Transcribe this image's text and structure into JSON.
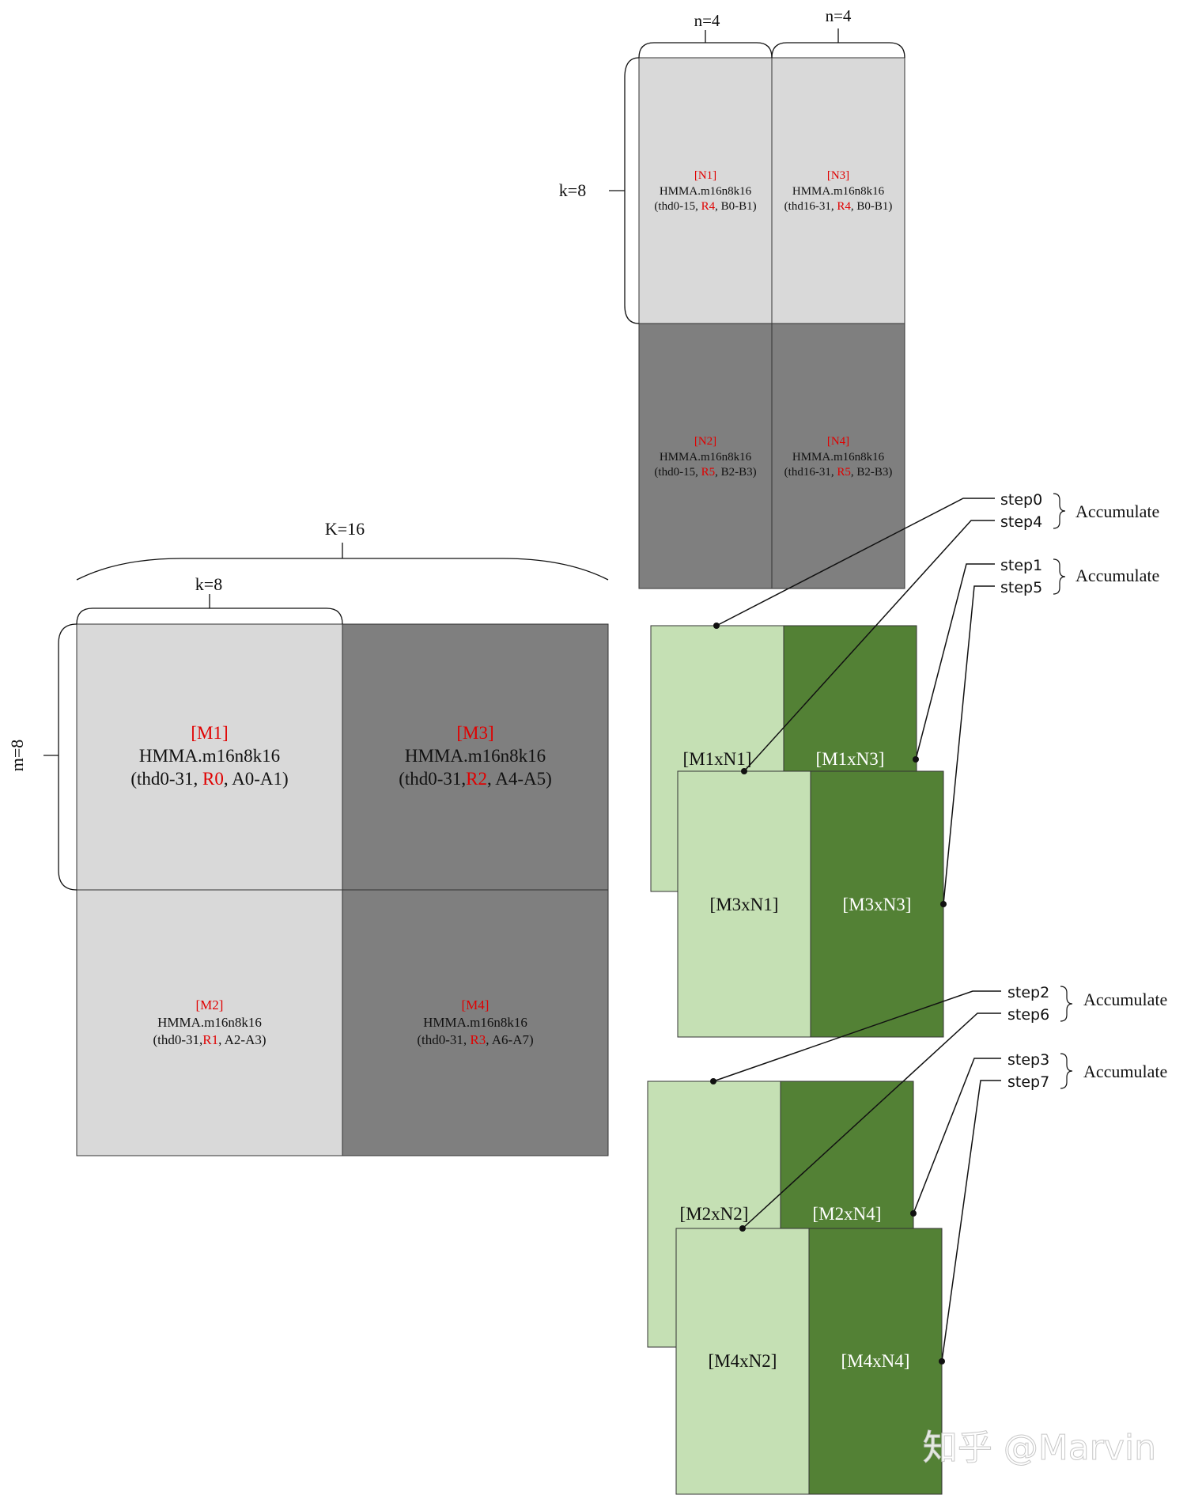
{
  "colors": {
    "light_gray": "#d9d9d9",
    "dark_gray": "#7f7f7f",
    "light_green": "#c5e0b4",
    "dark_green": "#538135",
    "highlight_red": "#e00000"
  },
  "matrix_b": {
    "dim_n_left": "n=4",
    "dim_n_right": "n=4",
    "dim_k": "k=8",
    "tiles": {
      "n1": {
        "tag": "[N1]",
        "op": "HMMA.m16n8k16",
        "args_pre": "(thd0-15, ",
        "reg": "R4",
        "args_post": ", B0-B1)"
      },
      "n3": {
        "tag": "[N3]",
        "op": "HMMA.m16n8k16",
        "args_pre": "(thd16-31, ",
        "reg": "R4",
        "args_post": ", B0-B1)"
      },
      "n2": {
        "tag": "[N2]",
        "op": "HMMA.m16n8k16",
        "args_pre": "(thd0-15, ",
        "reg": "R5",
        "args_post": ", B2-B3)"
      },
      "n4": {
        "tag": "[N4]",
        "op": "HMMA.m16n8k16",
        "args_pre": "(thd16-31, ",
        "reg": "R5",
        "args_post": ",  B2-B3)"
      }
    }
  },
  "matrix_a": {
    "dim_K": "K=16",
    "dim_k": "k=8",
    "dim_m": "m=8",
    "tiles": {
      "m1": {
        "tag": "[M1]",
        "op": "HMMA.m16n8k16",
        "args_pre": "(thd0-31, ",
        "reg": "R0",
        "args_post": ", A0-A1)"
      },
      "m3": {
        "tag": "[M3]",
        "op": "HMMA.m16n8k16",
        "args_pre": "(thd0-31,",
        "reg": "R2",
        "args_post": ", A4-A5)"
      },
      "m2": {
        "tag": "[M2]",
        "op": "HMMA.m16n8k16",
        "args_pre": "(thd0-31,",
        "reg": "R1",
        "args_post": ", A2-A3)"
      },
      "m4": {
        "tag": "[M4]",
        "op": "HMMA.m16n8k16",
        "args_pre": "(thd0-31, ",
        "reg": "R3",
        "args_post": ", A6-A7)"
      }
    }
  },
  "results": {
    "m1n1": "[M1xN1]",
    "m1n3": "[M1xN3]",
    "m3n1": "[M3xN1]",
    "m3n3": "[M3xN3]",
    "m2n2": "[M2xN2]",
    "m2n4": "[M2xN4]",
    "m4n2": "[M4xN2]",
    "m4n4": "[M4xN4]"
  },
  "steps": {
    "s0": "step0",
    "s4": "step4",
    "s1": "step1",
    "s5": "step5",
    "s2": "step2",
    "s6": "step6",
    "s3": "step3",
    "s7": "step7"
  },
  "accumulate": {
    "a": "Accumulate",
    "b": "Accumulate",
    "c": "Accumulate",
    "d": "Accumulate"
  },
  "watermark": "知乎 @Marvin"
}
